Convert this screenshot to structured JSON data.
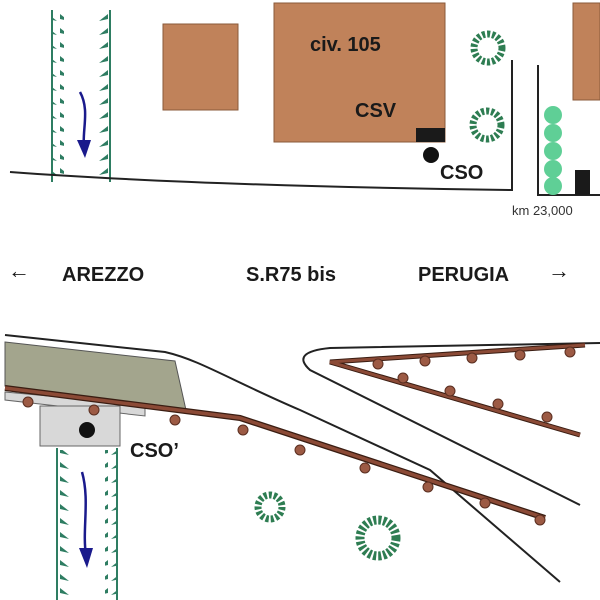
{
  "labels": {
    "building": "civ. 105",
    "csv": "CSV",
    "cso": "CSO",
    "cso_prime": "CSO’",
    "km": "km 23,000",
    "left_direction": "AREZZO",
    "road": "S.R75 bis",
    "right_direction": "PERUGIA",
    "left_arrow": "←",
    "right_arrow": "→"
  },
  "colors": {
    "building": "#c0825a",
    "rail": "#7a3e2c",
    "rail_dot": "#9c5a44",
    "embankment": "#a3a58d",
    "tree": "#2e7d52",
    "shrub": "#5fcf96",
    "flow_arrow": "#1a1a8c",
    "canal_teeth": "#2e7d62"
  }
}
